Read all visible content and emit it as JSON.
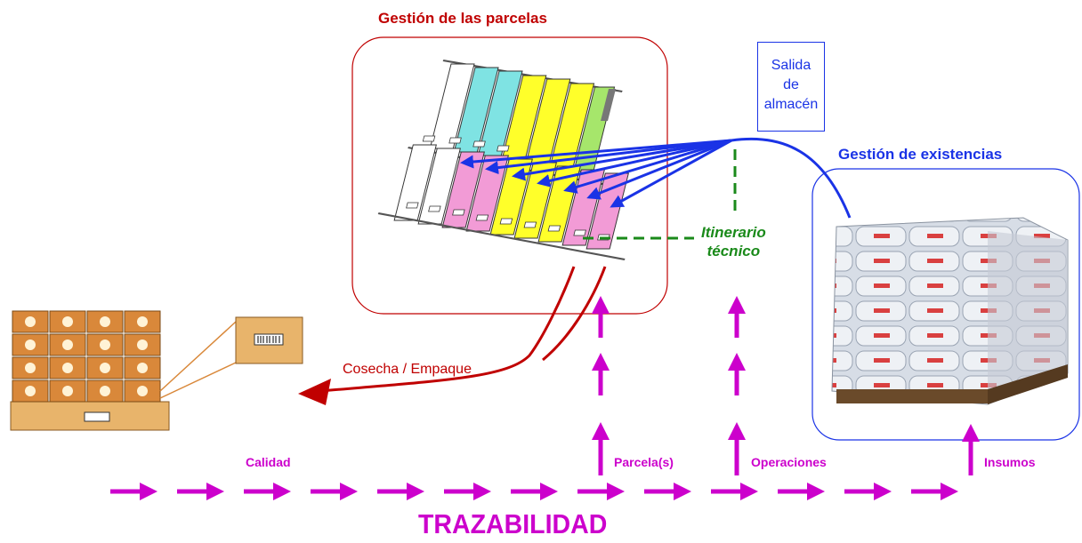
{
  "labels": {
    "gestion_parcelas": "Gestión de las parcelas",
    "gestion_existencias": "Gestión de existencias",
    "salida_almacen_lines": [
      "Salida",
      "de",
      "almacén"
    ],
    "itinerario_lines": [
      "Itinerario",
      "técnico"
    ],
    "cosecha": "Cosecha / Empaque",
    "calidad": "Calidad",
    "parcelas": "Parcela(s)",
    "operaciones": "Operaciones",
    "insumos": "Insumos",
    "trazabilidad": "TRAZABILIDAD"
  },
  "colors": {
    "magenta": "#cc00cc",
    "red": "#c00000",
    "blue": "#1a33e6",
    "green": "#1a8a1a",
    "box_orange": "#d9883a"
  },
  "icons": [
    "pallet-of-boxes-icon",
    "barcode-label-icon",
    "field-plots-illustration",
    "sack-pallet-illustration"
  ]
}
